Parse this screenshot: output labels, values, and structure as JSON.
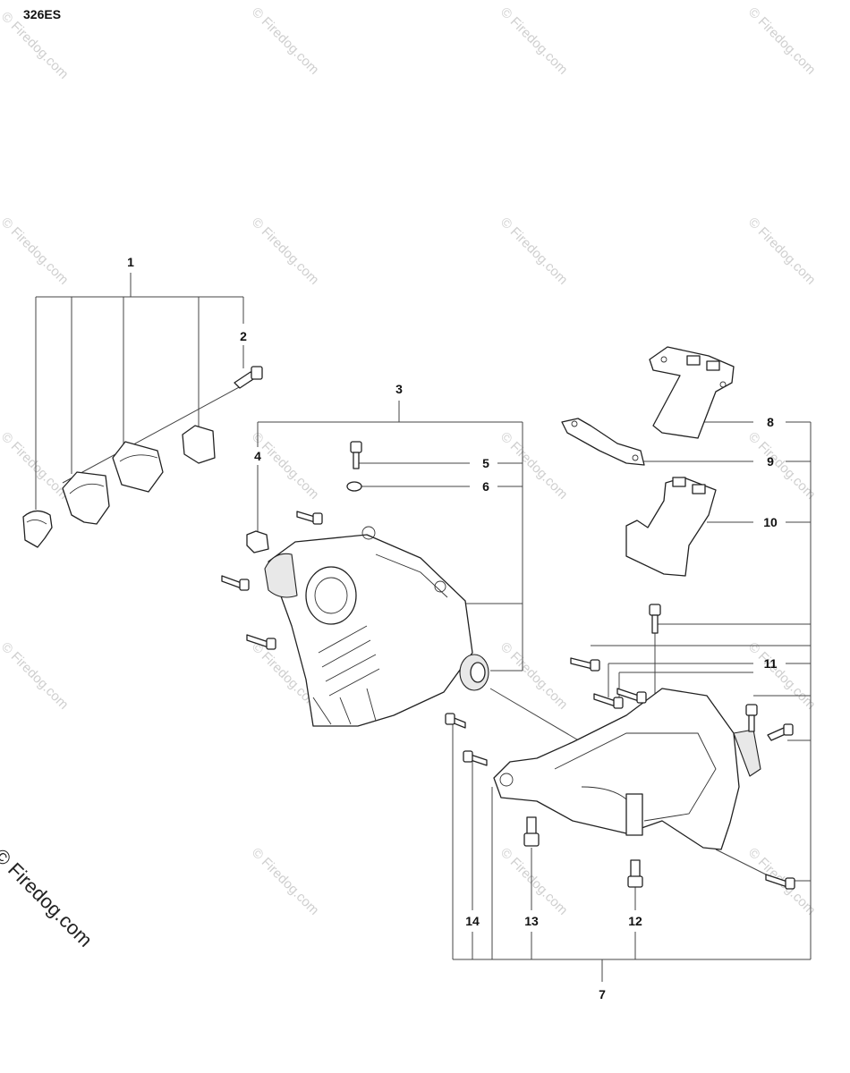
{
  "model": "326ES",
  "watermark": {
    "text": "© Firedog.com",
    "corner_text": "© Firedog.com"
  },
  "callouts": {
    "c1": "1",
    "c2": "2",
    "c3": "3",
    "c4": "4",
    "c5": "5",
    "c6": "6",
    "c7": "7",
    "c8": "8",
    "c9": "9",
    "c10": "10",
    "c11": "11",
    "c12": "12",
    "c13": "13",
    "c14": "14"
  }
}
